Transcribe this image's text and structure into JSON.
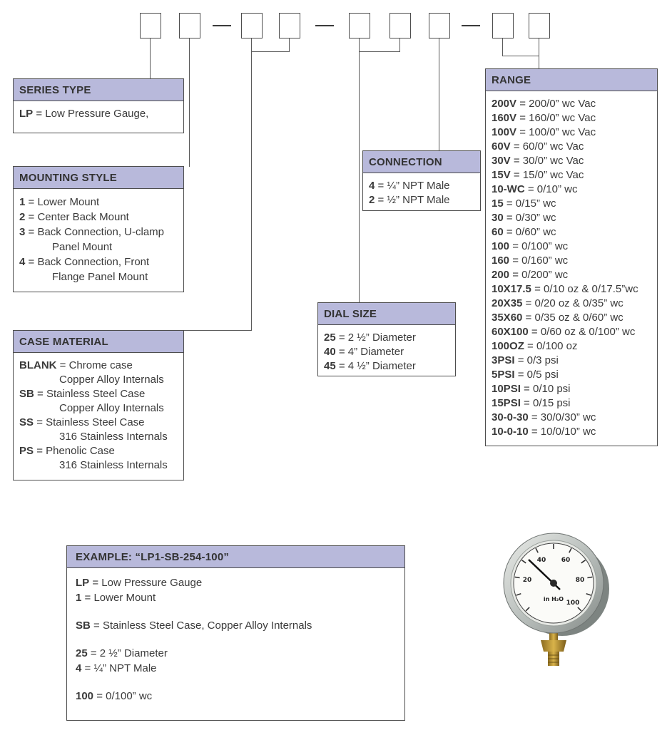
{
  "palette": {
    "header_bg": "#b8b9db",
    "box_border": "#4d4d4d",
    "line_color": "#5a5a5a",
    "text": "#333333"
  },
  "sections": {
    "series_type": {
      "title": "SERIES TYPE",
      "items": [
        {
          "key": "LP",
          "desc": "= Low Pressure Gauge,"
        }
      ]
    },
    "mounting_style": {
      "title": "MOUNTING STYLE",
      "items": [
        {
          "key": "1",
          "desc": "= Lower Mount"
        },
        {
          "key": "2",
          "desc": "= Center Back Mount"
        },
        {
          "key": "3",
          "desc": "= Back Connection, U-clamp",
          "cont": "Panel Mount"
        },
        {
          "key": "4",
          "desc": "= Back Connection, Front",
          "cont": "Flange Panel Mount"
        }
      ]
    },
    "case_material": {
      "title": "CASE MATERIAL",
      "items": [
        {
          "key": "BLANK",
          "desc": "= Chrome case",
          "cont": "Copper Alloy Internals"
        },
        {
          "key": "SB",
          "desc": "= Stainless Steel Case",
          "cont": "Copper Alloy Internals"
        },
        {
          "key": "SS",
          "desc": "= Stainless Steel Case",
          "cont": "316 Stainless Internals"
        },
        {
          "key": "PS",
          "desc": "= Phenolic Case",
          "cont": "316 Stainless Internals"
        }
      ]
    },
    "connection": {
      "title": "CONNECTION",
      "items": [
        {
          "key": "4",
          "desc": "= ¼” NPT Male"
        },
        {
          "key": "2",
          "desc": "= ½” NPT Male"
        }
      ]
    },
    "dial_size": {
      "title": "DIAL SIZE",
      "items": [
        {
          "key": "25",
          "desc": "= 2 ½” Diameter"
        },
        {
          "key": "40",
          "desc": "= 4” Diameter"
        },
        {
          "key": "45",
          "desc": "= 4 ½” Diameter"
        }
      ]
    },
    "range": {
      "title": "RANGE",
      "items": [
        {
          "key": "200V",
          "desc": "= 200/0” wc Vac"
        },
        {
          "key": "160V",
          "desc": "= 160/0” wc Vac"
        },
        {
          "key": "100V",
          "desc": "= 100/0” wc Vac"
        },
        {
          "key": "60V",
          "desc": "= 60/0” wc Vac"
        },
        {
          "key": "30V",
          "desc": "= 30/0” wc Vac"
        },
        {
          "key": "15V",
          "desc": "= 15/0” wc Vac"
        },
        {
          "key": "10-WC",
          "desc": "= 0/10” wc"
        },
        {
          "key": "15",
          "desc": "= 0/15” wc"
        },
        {
          "key": "30",
          "desc": "= 0/30” wc"
        },
        {
          "key": "60",
          "desc": "= 0/60” wc"
        },
        {
          "key": "100",
          "desc": "= 0/100” wc"
        },
        {
          "key": "160",
          "desc": "= 0/160” wc"
        },
        {
          "key": "200",
          "desc": "= 0/200” wc"
        },
        {
          "key": "10X17.5",
          "desc": "= 0/10 oz & 0/17.5”wc"
        },
        {
          "key": "20X35",
          "desc": "= 0/20 oz & 0/35” wc"
        },
        {
          "key": "35X60",
          "desc": "= 0/35 oz & 0/60” wc"
        },
        {
          "key": "60X100",
          "desc": "= 0/60 oz & 0/100” wc"
        },
        {
          "key": "100OZ",
          "desc": "= 0/100 oz"
        },
        {
          "key": "3PSI",
          "desc": "= 0/3 psi"
        },
        {
          "key": "5PSI",
          "desc": "= 0/5 psi"
        },
        {
          "key": "10PSI",
          "desc": "= 0/10 psi"
        },
        {
          "key": "15PSI",
          "desc": "= 0/15 psi"
        },
        {
          "key": "30-0-30",
          "desc": "= 30/0/30” wc"
        },
        {
          "key": "10-0-10",
          "desc": "= 10/0/10” wc"
        }
      ]
    },
    "example": {
      "title": "EXAMPLE:  “LP1-SB-254-100”",
      "items": [
        {
          "key": "LP",
          "desc": "= Low Pressure Gauge"
        },
        {
          "key": "1",
          "desc": "= Lower Mount"
        },
        {
          "key": "SB",
          "desc": "= Stainless Steel Case, Copper Alloy Internals"
        },
        {
          "key": "25",
          "desc": "= 2 ½” Diameter"
        },
        {
          "key": "4",
          "desc": "= ¼” NPT Male"
        },
        {
          "key": "100",
          "desc": "= 0/100” wc"
        }
      ]
    }
  },
  "gauge": {
    "labels": [
      "20",
      "40",
      "60",
      "80",
      "100"
    ],
    "unit": "in H₂O"
  }
}
